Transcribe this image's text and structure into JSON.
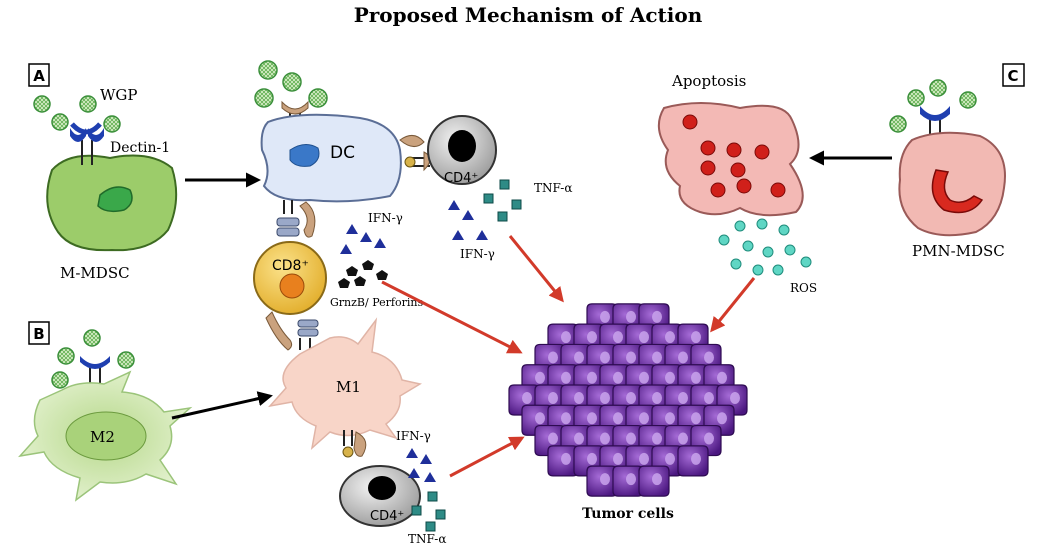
{
  "title": "Proposed Mechanism of Action",
  "panels": {
    "a": "A",
    "b": "B",
    "c": "C"
  },
  "labels": {
    "wgp": "WGP",
    "dectin": "Dectin-1",
    "m_mdsc": "M-MDSC",
    "dc": "DC",
    "cd4_top": "CD4⁺",
    "tnf_top": "TNF-α",
    "ifn_top_left": "IFN-γ",
    "ifn_top_right": "IFN-γ",
    "cd8": "CD8⁺",
    "grnz": "GrnzB/ Perforins",
    "m2": "M2",
    "m1": "M1",
    "ifn_bottom": "IFN-γ",
    "cd4_bottom": "CD4⁺",
    "tnf_bottom": "TNF-α",
    "apoptosis": "Apoptosis",
    "ros": "ROS",
    "pmn_mdsc": "PMN-MDSC",
    "tumor": "Tumor cells"
  },
  "colors": {
    "wgp_fill": "#dff2d0",
    "wgp_stroke": "#3a8f3a",
    "receptor": "#1f3fb0",
    "m_mdsc": "#9ccc6a",
    "dc": "#dfe8f8",
    "cd4": "#d8d8d8",
    "cd8": "#f3c948",
    "m1": "#f8d5c8",
    "m2": "#c9e2a3",
    "apoptotic": "#f3b9b5",
    "pmn": "#f2b9b3",
    "tumor": "#6a2aa3",
    "arrow_black": "#000000",
    "arrow_red": "#d23a2a",
    "ifn_triangle": "#1f2f9a",
    "tnf_square": "#2e8b86",
    "ros_bead": "#5fd6c4"
  }
}
